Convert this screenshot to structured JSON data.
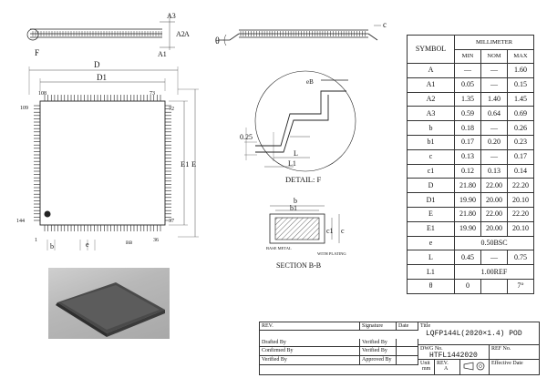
{
  "top_view": {
    "label_D": "D",
    "label_D1": "D1",
    "label_E1": "E1",
    "label_E": "E",
    "pin_108": "108",
    "pin_73": "73",
    "pin_109": "109",
    "pin_72": "72",
    "pin_144": "144",
    "pin_37": "37",
    "pin_1": "1",
    "pin_36": "36",
    "label_b": "b",
    "label_e": "e",
    "label_BB": "BB"
  },
  "side_view": {
    "label_A3": "A3",
    "label_A2": "A2",
    "label_A": "A",
    "label_A1": "A1",
    "label_F": "F"
  },
  "end_view": {
    "label_theta": "θ",
    "label_c": "c"
  },
  "detail_f": {
    "label_eB": "eB",
    "label_025": "0.25",
    "label_L": "L",
    "label_L1": "L1",
    "caption": "DETAIL: F"
  },
  "section_bb": {
    "label_b": "b",
    "label_b1": "b1",
    "label_c1": "c1",
    "label_c": "c",
    "base_metal": "BASE METAL",
    "with_plating": "WITH PLATING",
    "caption": "SECTION B-B"
  },
  "table": {
    "symbol_header": "SYMBOL",
    "unit_header": "MILLIMETER",
    "col_min": "MIN",
    "col_nom": "NOM",
    "col_max": "MAX",
    "rows": [
      {
        "sym": "A",
        "min": "—",
        "nom": "—",
        "max": "1.60"
      },
      {
        "sym": "A1",
        "min": "0.05",
        "nom": "—",
        "max": "0.15"
      },
      {
        "sym": "A2",
        "min": "1.35",
        "nom": "1.40",
        "max": "1.45"
      },
      {
        "sym": "A3",
        "min": "0.59",
        "nom": "0.64",
        "max": "0.69"
      },
      {
        "sym": "b",
        "min": "0.18",
        "nom": "—",
        "max": "0.26"
      },
      {
        "sym": "b1",
        "min": "0.17",
        "nom": "0.20",
        "max": "0.23"
      },
      {
        "sym": "c",
        "min": "0.13",
        "nom": "—",
        "max": "0.17"
      },
      {
        "sym": "c1",
        "min": "0.12",
        "nom": "0.13",
        "max": "0.14"
      },
      {
        "sym": "D",
        "min": "21.80",
        "nom": "22.00",
        "max": "22.20"
      },
      {
        "sym": "D1",
        "min": "19.90",
        "nom": "20.00",
        "max": "20.10"
      },
      {
        "sym": "E",
        "min": "21.80",
        "nom": "22.00",
        "max": "22.20"
      },
      {
        "sym": "E1",
        "min": "19.90",
        "nom": "20.00",
        "max": "20.10"
      }
    ],
    "row_e": {
      "sym": "e",
      "value": "0.50BSC"
    },
    "row_L": {
      "sym": "L",
      "min": "0.45",
      "nom": "—",
      "max": "0.75"
    },
    "row_L1": {
      "sym": "L1",
      "value": "1.00REF"
    },
    "row_theta": {
      "sym": "θ",
      "min": "0",
      "nom": "",
      "max": "7°"
    }
  },
  "title_block": {
    "rev": "REV.",
    "signature": "Signature",
    "date": "Date",
    "drafted_by": "Drafted By",
    "confirmed_by": "Confirmed By",
    "verified_by": "Verified By",
    "verified_by_2": "Verified By",
    "verified_by_3": "Verified By",
    "approved_by": "Approved By",
    "title_label": "Title",
    "title_value": "LQFP144L(2020×1.4) POD",
    "dwg_no_label": "DWG No.",
    "dwg_no_value": "HTFL1442020",
    "ref_no_label": "REF No.",
    "unit_label": "Unit",
    "unit_value": "mm",
    "rev_label": "REV.",
    "rev_value": "A",
    "effective_date": "Effective Date"
  }
}
